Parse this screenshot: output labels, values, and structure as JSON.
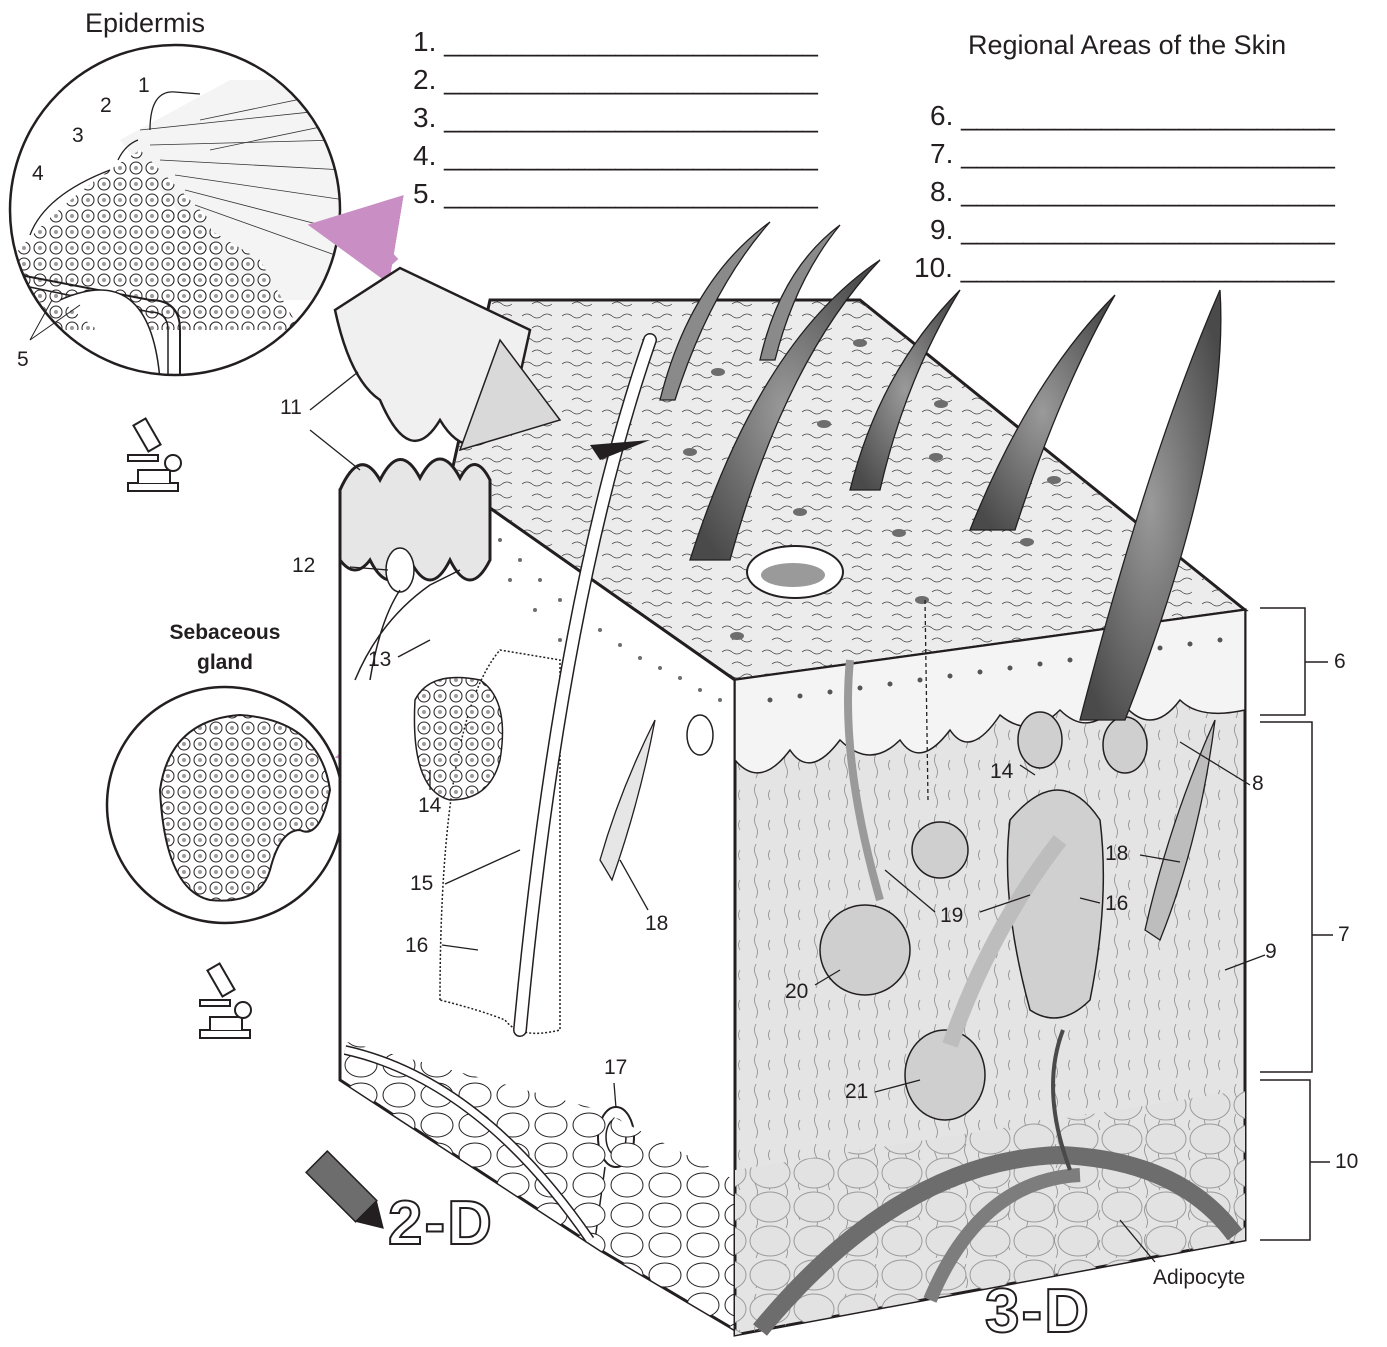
{
  "headings": {
    "epidermis": "Epidermis",
    "regional": "Regional Areas of the Skin",
    "sebaceous_line1": "Sebaceous",
    "sebaceous_line2": "gland"
  },
  "blanks_left": [
    {
      "num": "1.",
      "line": "________________________"
    },
    {
      "num": "2.",
      "line": "________________________"
    },
    {
      "num": "3.",
      "line": "________________________"
    },
    {
      "num": "4.",
      "line": "________________________"
    },
    {
      "num": "5.",
      "line": "________________________"
    }
  ],
  "blanks_right": [
    {
      "num": "6.",
      "line": "________________________"
    },
    {
      "num": "7.",
      "line": "________________________"
    },
    {
      "num": "8.",
      "line": "________________________"
    },
    {
      "num": "9.",
      "line": "________________________"
    },
    {
      "num": "10.",
      "line": "________________________"
    }
  ],
  "labels": {
    "epi_1": "1",
    "epi_2": "2",
    "epi_3": "3",
    "epi_4": "4",
    "epi_5": "5",
    "l11": "11",
    "l12": "12",
    "l13": "13",
    "l14a": "14",
    "l14b": "14",
    "l15": "15",
    "l16a": "16",
    "l16b": "16",
    "l17": "17",
    "l18a": "18",
    "l18b": "18",
    "l19": "19",
    "l20": "20",
    "l21": "21",
    "r6": "6",
    "r7": "7",
    "r8": "8",
    "r9": "9",
    "r10": "10",
    "adipocyte": "Adipocyte"
  },
  "badges": {
    "two_d": "2-D",
    "three_d": "3-D"
  },
  "colors": {
    "accent_arrow": "#c98fc4",
    "shade_light": "#e6e6e6",
    "shade_mid": "#bdbdbd",
    "shade_dark": "#6d6d6d",
    "ink": "#231f20"
  }
}
